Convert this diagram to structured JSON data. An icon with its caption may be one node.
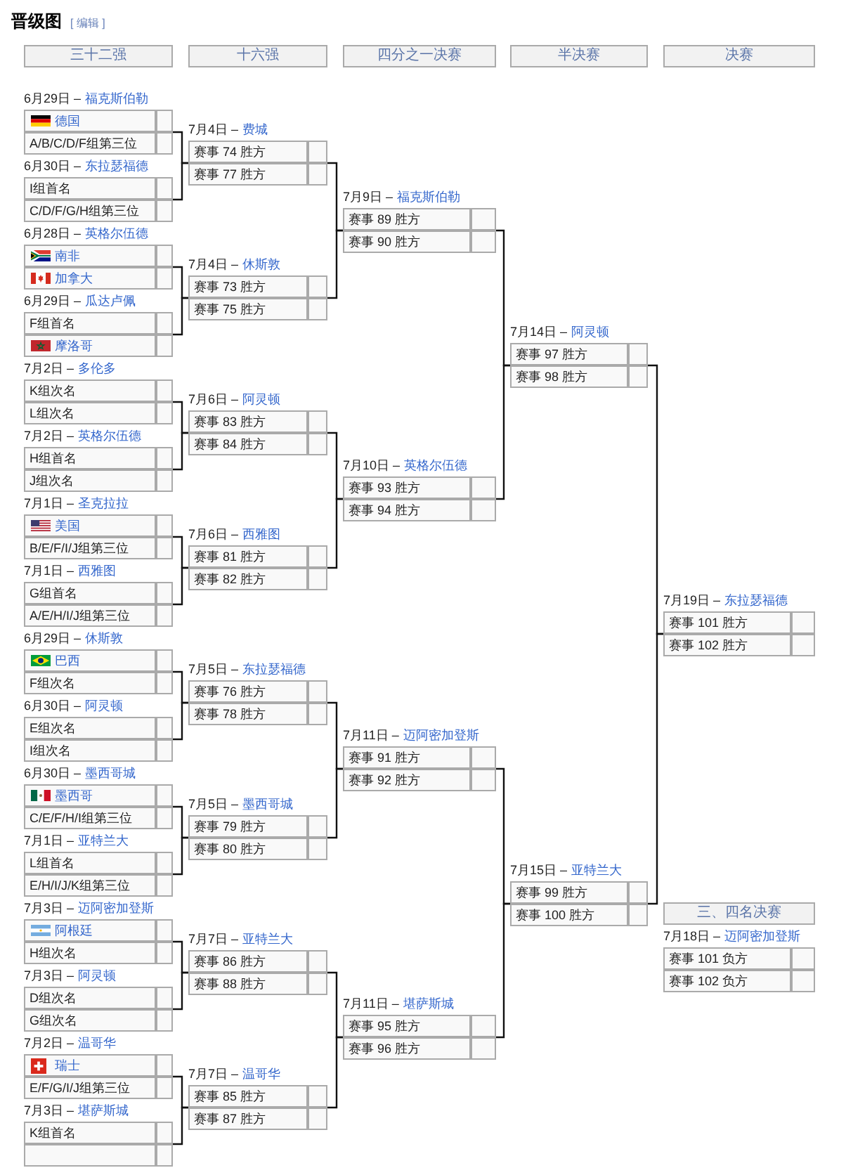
{
  "diagram": {
    "title": "晋级图",
    "nodes": [
      {
        "text": [
          "三十二强"
        ]
      },
      {
        "text": [
          "十六强"
        ]
      },
      {
        "text": [
          "四分之一决赛"
        ]
      },
      {
        "text": [
          "半决赛"
        ]
      },
      {
        "text": [
          "决赛"
        ]
      },
      {
        "text": [
          "6月29日 –",
          "福克斯伯勒"
        ]
      },
      {
        "text": [
          "德国"
        ],
        "in": 5
      },
      {
        "text": [
          "A/B/C/D/F组第三位"
        ],
        "in": 5
      },
      {
        "text": [
          "6月30日 –",
          "东拉瑟福德"
        ]
      },
      {
        "text": [
          "I组首名"
        ],
        "in": 8
      },
      {
        "text": [
          "C/D/F/G/H组第三位"
        ],
        "in": 8
      },
      {
        "text": [
          "6月28日 –",
          "英格尔伍德"
        ]
      },
      {
        "text": [
          "南非"
        ],
        "in": 11
      },
      {
        "text": [
          "加拿大"
        ],
        "in": 11
      },
      {
        "text": [
          "6月29日 –",
          "瓜达卢佩"
        ]
      },
      {
        "text": [
          "F组首名"
        ],
        "in": 14
      },
      {
        "text": [
          "摩洛哥"
        ],
        "in": 14
      },
      {
        "text": [
          "7月2日 –",
          "多伦多"
        ]
      },
      {
        "text": [
          "K组次名"
        ],
        "in": 17
      },
      {
        "text": [
          "L组次名"
        ],
        "in": 17
      },
      {
        "text": [
          "7月2日 –",
          "英格尔伍德"
        ]
      },
      {
        "text": [
          "H组首名"
        ],
        "in": 20
      },
      {
        "text": [
          "J组次名"
        ],
        "in": 20
      },
      {
        "text": [
          "7月1日 –",
          "圣克拉拉"
        ]
      },
      {
        "text": [
          "美国"
        ],
        "in": 23
      },
      {
        "text": [
          "B/E/F/I/J组第三位"
        ],
        "in": 23
      },
      {
        "text": [
          "7月1日 –",
          "西雅图"
        ]
      },
      {
        "text": [
          "G组首名"
        ],
        "in": 26
      },
      {
        "text": [
          "A/E/H/I/J组第三位"
        ],
        "in": 26
      },
      {
        "text": [
          "6月29日 –",
          "休斯敦"
        ]
      },
      {
        "text": [
          "巴西"
        ],
        "in": 29
      },
      {
        "text": [
          "F组次名"
        ],
        "in": 29
      },
      {
        "text": [
          "6月30日 –",
          "阿灵顿"
        ]
      },
      {
        "text": [
          "E组次名"
        ],
        "in": 32
      },
      {
        "text": [
          "I组次名"
        ],
        "in": 32
      },
      {
        "text": [
          "6月30日 –",
          "墨西哥城"
        ]
      },
      {
        "text": [
          "墨西哥"
        ],
        "in": 35
      },
      {
        "text": [
          "C/E/F/H/I组第三位"
        ],
        "in": 35
      },
      {
        "text": [
          "7月1日 –",
          "亚特兰大"
        ]
      },
      {
        "text": [
          "L组首名"
        ],
        "in": 38
      },
      {
        "text": [
          "E/H/I/J/K组第三位"
        ],
        "in": 38
      },
      {
        "text": [
          "7月3日 –",
          "迈阿密加登斯"
        ]
      },
      {
        "text": [
          "阿根廷"
        ],
        "in": 41
      },
      {
        "text": [
          "H组次名"
        ],
        "in": 41
      },
      {
        "text": [
          "7月3日 –",
          "阿灵顿"
        ]
      },
      {
        "text": [
          "D组次名"
        ],
        "in": 44
      },
      {
        "text": [
          "G组次名"
        ],
        "in": 44
      },
      {
        "text": [
          "7月2日 –",
          "温哥华"
        ]
      },
      {
        "text": [
          "瑞士"
        ],
        "in": 47
      },
      {
        "text": [
          "E/F/G/I/J组第三位"
        ],
        "in": 47
      },
      {
        "text": [
          "7月3日 –",
          "堪萨斯城"
        ]
      },
      {
        "text": [
          "K组首名"
        ],
        "in": 50
      },
      {
        "text": [],
        "shape": "box",
        "in": 50
      },
      {
        "text": [
          "7月4日 –",
          "费城"
        ]
      },
      {
        "text": [
          "赛事 74 胜方"
        ],
        "in": 53
      },
      {
        "text": [
          "赛事 77 胜方"
        ],
        "in": 53
      },
      {
        "text": [
          "7月4日 –",
          "休斯敦"
        ]
      },
      {
        "text": [
          "赛事 73 胜方"
        ],
        "in": 56
      },
      {
        "text": [
          "赛事 75 胜方"
        ],
        "in": 56
      },
      {
        "text": [
          "7月6日 –",
          "阿灵顿"
        ]
      },
      {
        "text": [
          "赛事 83 胜方"
        ],
        "in": 59
      },
      {
        "text": [
          "赛事 84 胜方"
        ],
        "in": 59
      },
      {
        "text": [
          "7月6日 –",
          "西雅图"
        ]
      },
      {
        "text": [
          "赛事 81 胜方"
        ],
        "in": 62
      },
      {
        "text": [
          "赛事 82 胜方"
        ],
        "in": 62
      },
      {
        "text": [
          "7月5日 –",
          "东拉瑟福德"
        ]
      },
      {
        "text": [
          "赛事 76 胜方"
        ],
        "in": 65
      },
      {
        "text": [
          "赛事 78 胜方"
        ],
        "in": 65
      },
      {
        "text": [
          "7月5日 –",
          "墨西哥城"
        ]
      },
      {
        "text": [
          "赛事 79 胜方"
        ],
        "in": 68
      },
      {
        "text": [
          "赛事 80 胜方"
        ],
        "in": 68
      },
      {
        "text": [
          "7月7日 –",
          "亚特兰大"
        ]
      },
      {
        "text": [
          "赛事 86 胜方"
        ],
        "in": 71
      },
      {
        "text": [
          "赛事 88 胜方"
        ],
        "in": 71
      },
      {
        "text": [
          "7月7日 –",
          "温哥华"
        ]
      },
      {
        "text": [
          "赛事 85 胜方"
        ],
        "in": 74
      },
      {
        "text": [
          "赛事 87 胜方"
        ],
        "in": 74
      },
      {
        "text": [
          "7月9日 –",
          "福克斯伯勒"
        ]
      },
      {
        "text": [
          "赛事 89 胜方"
        ],
        "in": 77
      },
      {
        "text": [
          "赛事 90 胜方"
        ],
        "in": 77
      },
      {
        "text": [
          "7月10日 –",
          "英格尔伍德"
        ]
      },
      {
        "text": [
          "赛事 93 胜方"
        ],
        "in": 80
      },
      {
        "text": [
          "赛事 94 胜方"
        ],
        "in": 80
      },
      {
        "text": [
          "7月11日 –",
          "迈阿密加登斯"
        ]
      },
      {
        "text": [
          "赛事 91 胜方"
        ],
        "in": 83
      },
      {
        "text": [
          "赛事 92 胜方"
        ],
        "in": 83
      },
      {
        "text": [
          "7月11日 –",
          "堪萨斯城"
        ]
      },
      {
        "text": [
          "赛事 95 胜方"
        ],
        "in": 86
      },
      {
        "text": [
          "赛事 96 胜方"
        ],
        "in": 86
      },
      {
        "text": [
          "7月14日 –",
          "阿灵顿"
        ]
      },
      {
        "text": [
          "赛事 97 胜方"
        ],
        "in": 89
      },
      {
        "text": [
          "赛事 98 胜方"
        ],
        "in": 89
      },
      {
        "text": [
          "7月15日 –",
          "亚特兰大"
        ]
      },
      {
        "text": [
          "赛事 99 胜方"
        ],
        "in": 92
      },
      {
        "text": [
          "赛事 100 胜方"
        ],
        "in": 92
      },
      {
        "text": [
          "7月19日 –",
          "东拉瑟福德"
        ]
      },
      {
        "text": [
          "赛事 101 胜方"
        ],
        "in": 95
      },
      {
        "text": [
          "赛事 102 胜方"
        ],
        "in": 95
      },
      {
        "text": [
          "三、四名决赛"
        ]
      },
      {
        "text": [
          "7月18日 –",
          "迈阿密加登斯"
        ]
      },
      {
        "text": [
          "赛事 101 负方"
        ],
        "in": 99
      },
      {
        "text": [
          "赛事 102 负方"
        ],
        "in": 99
      }
    ],
    "edges": [
      {
        "from": 5,
        "to": 53,
        "arrow": "none"
      },
      {
        "from": 8,
        "to": 53,
        "arrow": "none"
      },
      {
        "from": 11,
        "to": 56,
        "arrow": "none"
      },
      {
        "from": 14,
        "to": 56,
        "arrow": "none"
      },
      {
        "from": 17,
        "to": 59,
        "arrow": "none"
      },
      {
        "from": 20,
        "to": 59,
        "arrow": "none"
      },
      {
        "from": 23,
        "to": 62,
        "arrow": "none"
      },
      {
        "from": 26,
        "to": 62,
        "arrow": "none"
      },
      {
        "from": 29,
        "to": 65,
        "arrow": "none"
      },
      {
        "from": 32,
        "to": 65,
        "arrow": "none"
      },
      {
        "from": 35,
        "to": 68,
        "arrow": "none"
      },
      {
        "from": 38,
        "to": 68,
        "arrow": "none"
      },
      {
        "from": 41,
        "to": 71,
        "arrow": "none"
      },
      {
        "from": 44,
        "to": 71,
        "arrow": "none"
      },
      {
        "from": 47,
        "to": 74,
        "arrow": "none"
      },
      {
        "from": 50,
        "to": 74,
        "arrow": "none"
      },
      {
        "from": 53,
        "to": 77,
        "arrow": "none"
      },
      {
        "from": 56,
        "to": 77,
        "arrow": "none"
      },
      {
        "from": 59,
        "to": 80,
        "arrow": "none"
      },
      {
        "from": 62,
        "to": 80,
        "arrow": "none"
      },
      {
        "from": 65,
        "to": 83,
        "arrow": "none"
      },
      {
        "from": 68,
        "to": 83,
        "arrow": "none"
      },
      {
        "from": 71,
        "to": 86,
        "arrow": "none"
      },
      {
        "from": 74,
        "to": 86,
        "arrow": "none"
      },
      {
        "from": 77,
        "to": 89,
        "arrow": "none"
      },
      {
        "from": 80,
        "to": 89,
        "arrow": "none"
      },
      {
        "from": 83,
        "to": 92,
        "arrow": "none"
      },
      {
        "from": 86,
        "to": 92,
        "arrow": "none"
      },
      {
        "from": 89,
        "to": 95,
        "arrow": "none"
      },
      {
        "from": 92,
        "to": 95,
        "arrow": "none"
      }
    ],
    "labels": [
      "[ 编辑 ]"
    ]
  }
}
